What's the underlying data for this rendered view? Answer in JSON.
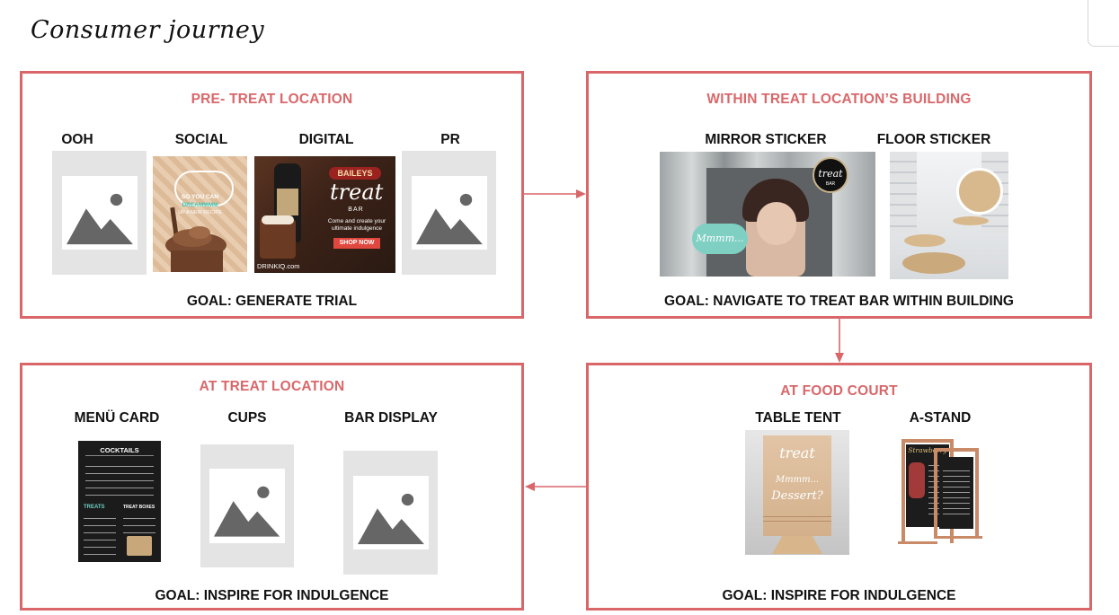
{
  "title": "Consumer journey",
  "accent_color": "#d9676a",
  "stages": {
    "pre_treat": {
      "title": "PRE- TREAT LOCATION",
      "goal": "GOAL: GENERATE TRIAL",
      "items": [
        "OOH",
        "SOCIAL",
        "DIGITAL",
        "PR"
      ],
      "social_text": [
        "SO YOU CAN",
        "DREAMMMM",
        "UP A NEW RECIPE"
      ],
      "digital_text": {
        "brand": "BAILEYS",
        "word": "treat",
        "sub": "BAR",
        "tagline": "Come and create your ultimate indulgence",
        "cta": "SHOP NOW",
        "site": "DRINKIQ.com"
      }
    },
    "within_building": {
      "title": "WITHIN TREAT LOCATION’S BUILDING",
      "goal": "GOAL: NAVIGATE TO TREAT BAR WITHIN BUILDING",
      "items": [
        "MIRROR STICKER",
        "FLOOR STICKER"
      ],
      "mirror_bubble": "Mmmm...",
      "badge_word": "treat",
      "badge_sub": "BAR"
    },
    "food_court": {
      "title": "AT FOOD COURT",
      "goal": "GOAL: INSPIRE FOR INDULGENCE",
      "items": [
        "TABLE TENT",
        "A-STAND"
      ],
      "tent_word": "treat",
      "tent_line": "Mmmm...",
      "tent_q": "Dessert?",
      "astand_word": "Strawberry"
    },
    "at_treat": {
      "title": "AT TREAT LOCATION",
      "goal": "GOAL: INSPIRE FOR INDULGENCE",
      "items": [
        "MENÜ CARD",
        "CUPS",
        "BAR DISPLAY"
      ],
      "menu_heading": "COCKTAILS",
      "menu_treats": "TREATS",
      "menu_boxes": "TREAT BOXES"
    }
  },
  "icons": [
    "image-placeholder-icon",
    "arrow-right-icon",
    "arrow-down-icon",
    "arrow-left-icon"
  ]
}
